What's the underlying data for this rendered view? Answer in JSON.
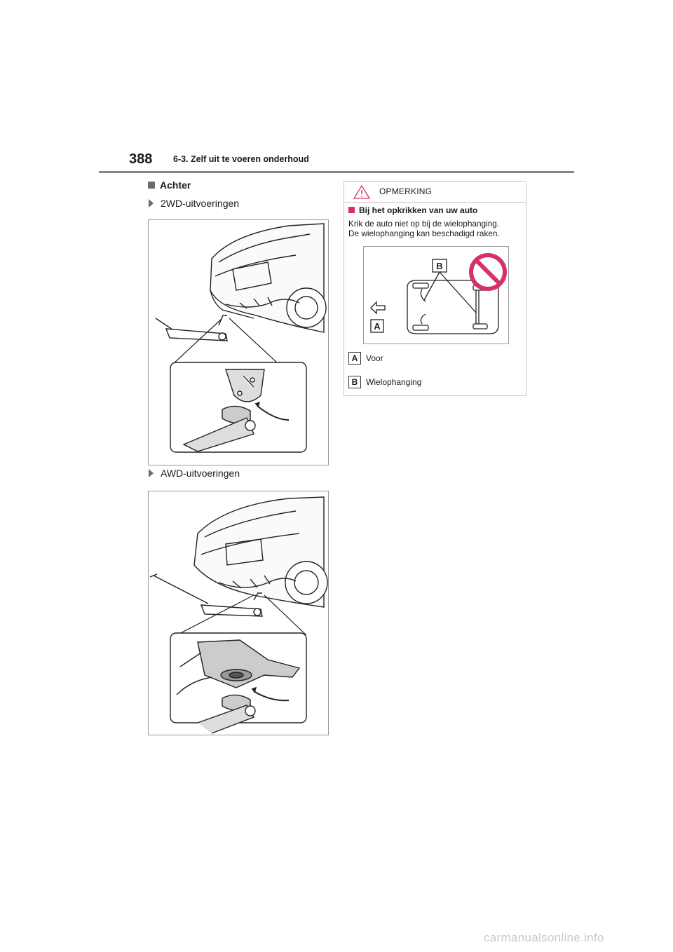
{
  "header": {
    "page_number": "388",
    "chapter": "6-3. Zelf uit te voeren onderhoud"
  },
  "section": {
    "title": "Achter"
  },
  "bullets": [
    {
      "label": "2WD-uitvoeringen"
    },
    {
      "label": "AWD-uitvoeringen"
    }
  ],
  "notice": {
    "label": "OPMERKING",
    "subtitle": "Bij het opkrikken van uw auto",
    "body_line1": "Krik de auto niet op bij de wielophanging.",
    "body_line2": "De wielophanging kan beschadigd raken.",
    "figure_labels": {
      "a": "A",
      "b": "B"
    },
    "legend": [
      {
        "key": "A",
        "text": "Voor"
      },
      {
        "key": "B",
        "text": "Wielophanging"
      }
    ],
    "accent_color": "#d6306a"
  },
  "watermark": "carmanualsonline.info"
}
